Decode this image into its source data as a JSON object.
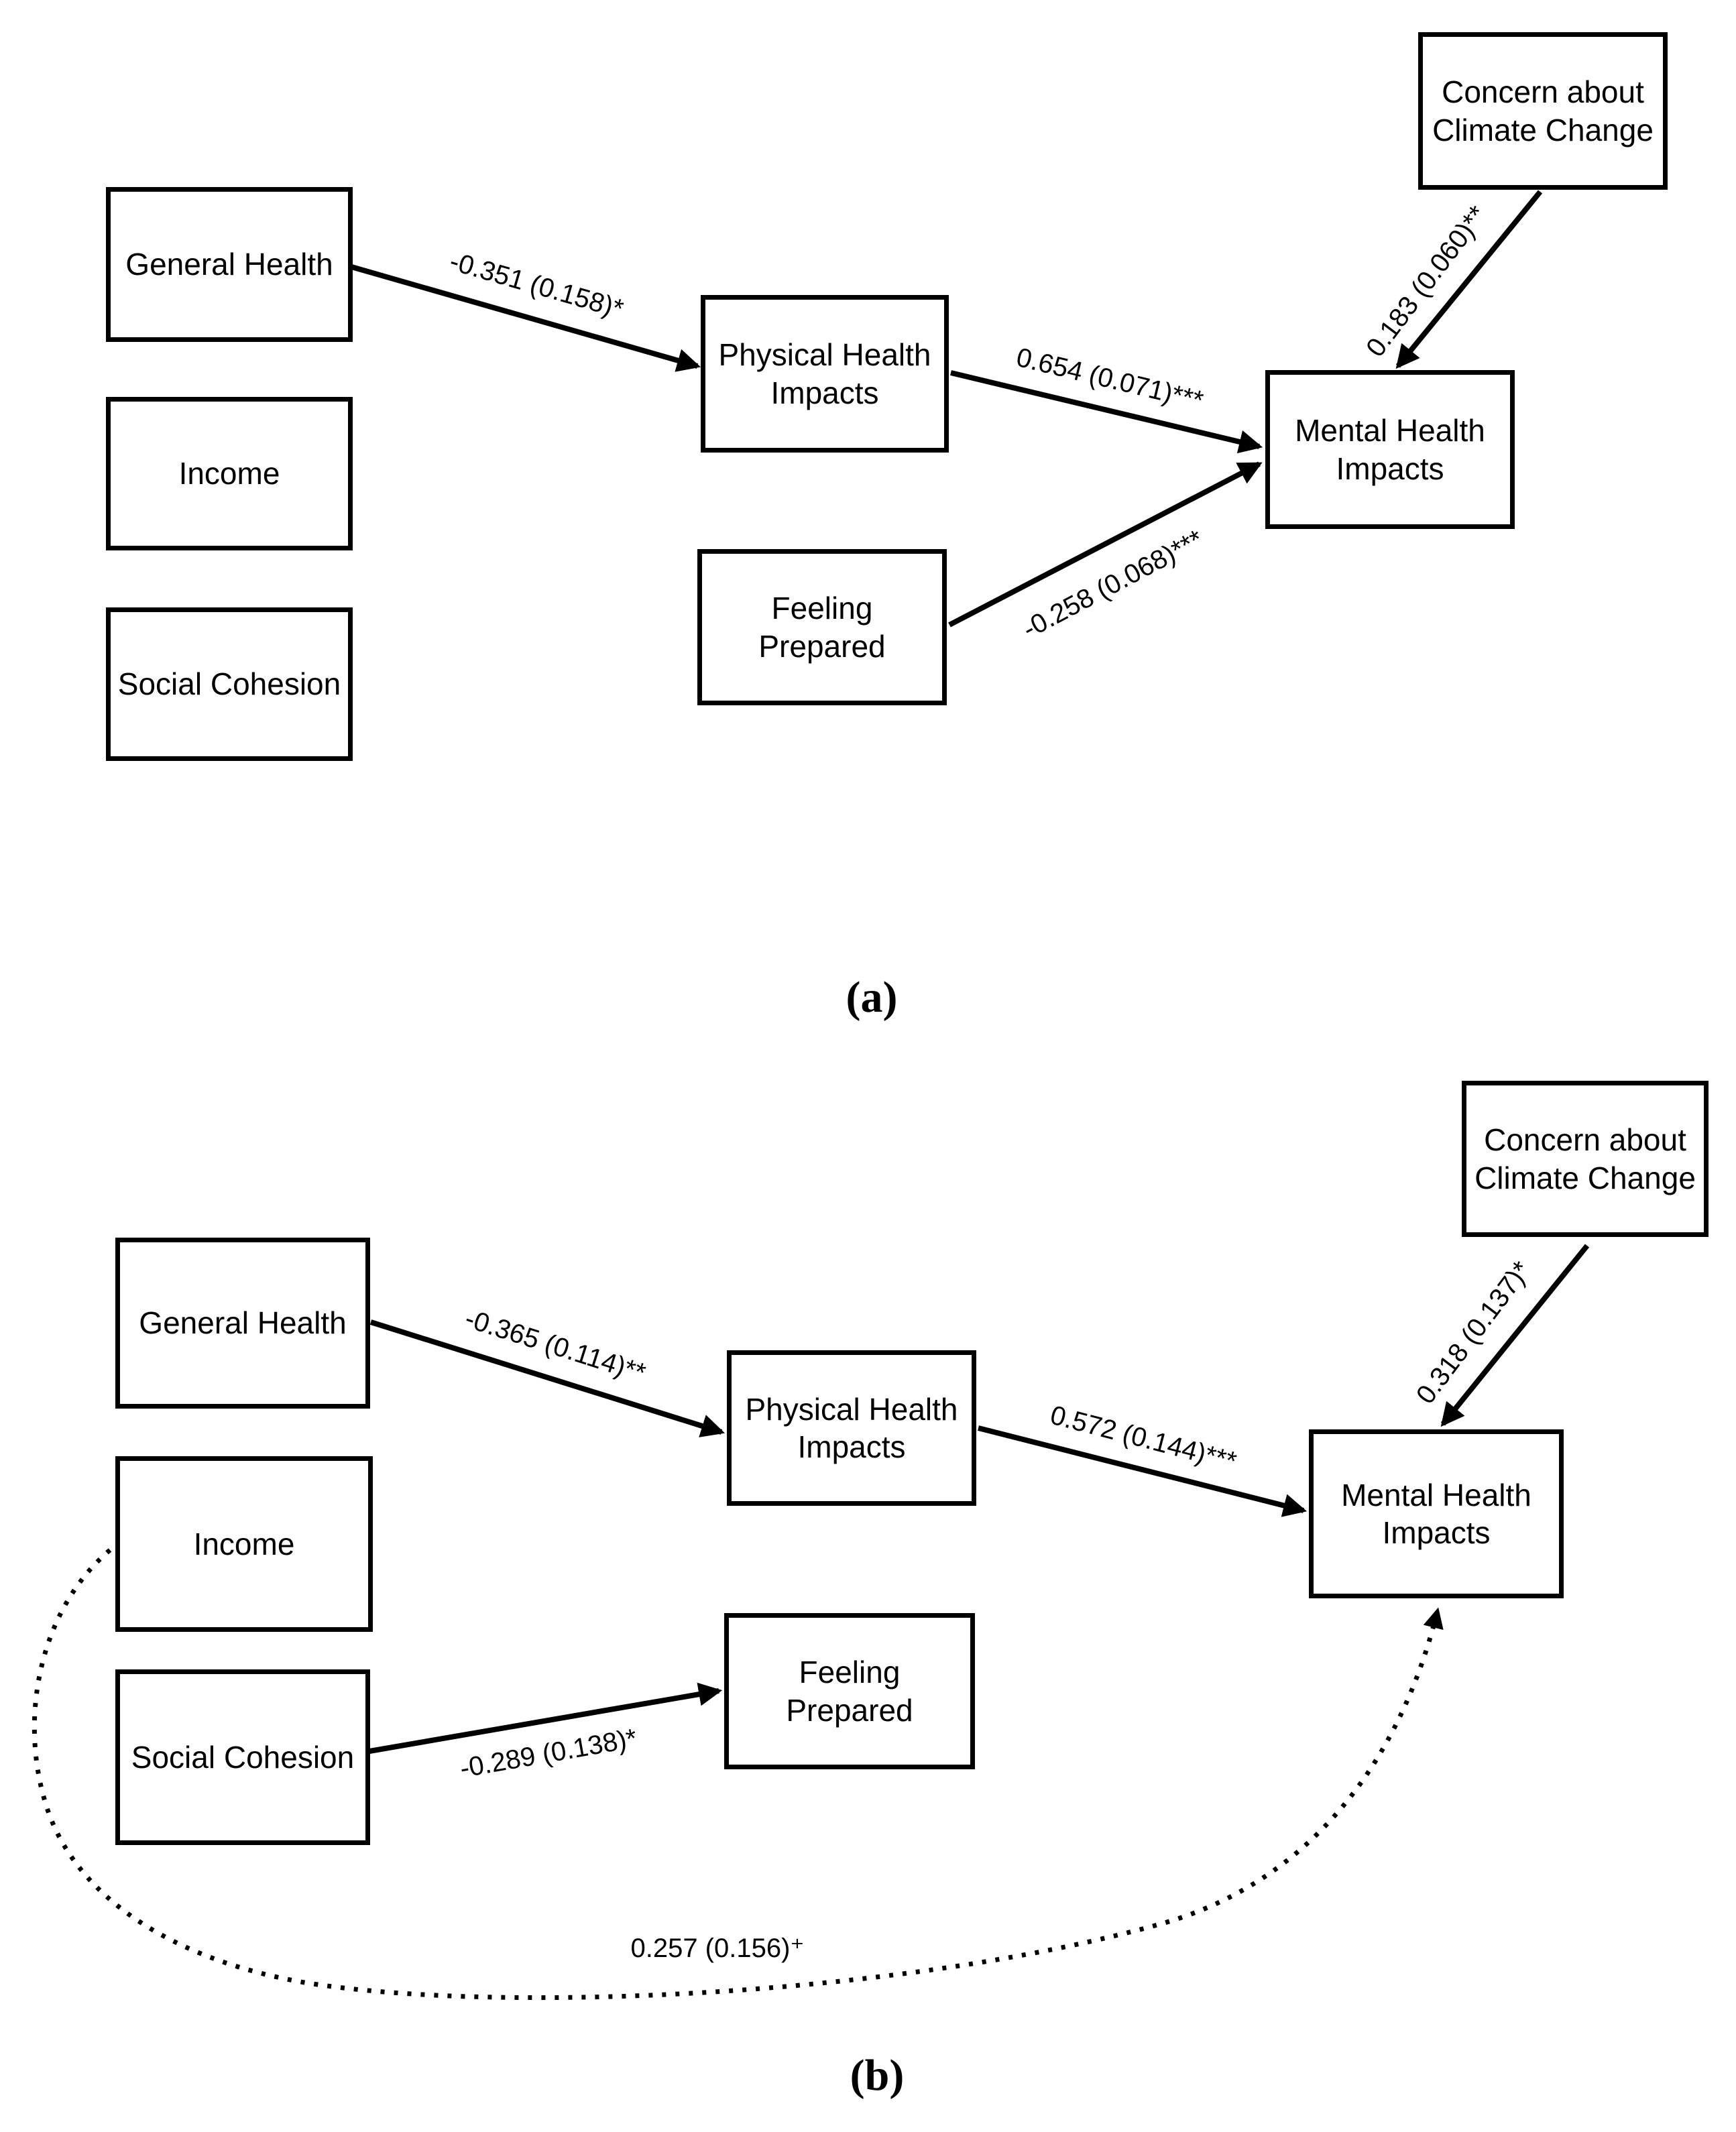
{
  "colors": {
    "background": "#ffffff",
    "line": "#000000",
    "text": "#000000"
  },
  "panel_a": {
    "caption": "(a)",
    "nodes": {
      "concern_climate": "Concern about\nClimate Change",
      "general_health": "General Health",
      "income": "Income",
      "social_cohesion": "Social Cohesion",
      "physical_health_impacts": "Physical Health\nImpacts",
      "feeling_prepared": "Feeling\nPrepared",
      "mental_health_impacts": "Mental Health\nImpacts"
    },
    "paths": {
      "general_health_to_physical": "-0.351 (0.158)*",
      "physical_to_mental": "0.654 (0.071)***",
      "feeling_prepared_to_mental": "-0.258 (0.068)***",
      "concern_to_mental": "0.183 (0.060)**"
    }
  },
  "panel_b": {
    "caption": "(b)",
    "nodes": {
      "concern_climate": "Concern about\nClimate Change",
      "general_health": "General Health",
      "income": "Income",
      "social_cohesion": "Social Cohesion",
      "physical_health_impacts": "Physical Health\nImpacts",
      "feeling_prepared": "Feeling\nPrepared",
      "mental_health_impacts": "Mental Health\nImpacts"
    },
    "paths": {
      "general_health_to_physical": "-0.365 (0.114)**",
      "physical_to_mental": "0.572 (0.144)***",
      "social_cohesion_to_feeling_prepared": "-0.289 (0.138)*",
      "concern_to_mental": "0.318 (0.137)*",
      "income_mental_covariance": "0.257 (0.156)⁺"
    }
  }
}
